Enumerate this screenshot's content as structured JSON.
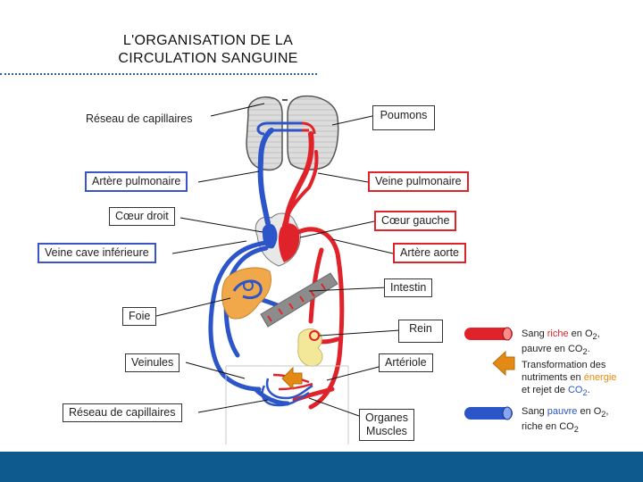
{
  "title": {
    "line1": "L'ORGANISATION DE LA",
    "line2": "CIRCULATION SANGUINE"
  },
  "labels": {
    "reseau_haut": "Réseau de capillaires",
    "poumons": "Poumons",
    "artere_pulmonaire": "Artère pulmonaire",
    "veine_pulmonaire": "Veine pulmonaire",
    "coeur_droit": "Cœur droit",
    "coeur_gauche": "Cœur gauche",
    "veine_cave": "Veine cave inférieure",
    "artere_aorte": "Artère aorte",
    "intestin": "Intestin",
    "foie": "Foie",
    "rein": "Rein",
    "veinules": "Veinules",
    "arteriole": "Artériole",
    "reseau_bas": "Réseau de capillaires",
    "organes": "Organes",
    "muscles": "Muscles"
  },
  "legend": {
    "red": {
      "pre": "Sang ",
      "highlight": "riche",
      "mid": " en O",
      "sub": "2",
      "line2": "pauvre en CO",
      "sub2": "2",
      "end": "."
    },
    "orange": {
      "line1": "Transformation des",
      "line2_pre": "nutriments en ",
      "highlight": "énergie",
      "line3_pre": "et rejet de ",
      "co2": "CO",
      "sub": "2",
      "end": "."
    },
    "blue": {
      "pre": "Sang ",
      "highlight": "pauvre",
      "mid": " en O",
      "sub": "2",
      "line1_end": ",",
      "line2": "riche en CO",
      "sub2": "2"
    }
  },
  "colors": {
    "oxygenated": "#e0232a",
    "deoxygenated": "#2b55c8",
    "energy_arrow": "#e28a14",
    "footer": "#0e5a8f",
    "liver": "#f0a84a",
    "kidney": "#f3e79a",
    "intestine": "#8c8c8c",
    "lungs": "#d9d9d9"
  }
}
